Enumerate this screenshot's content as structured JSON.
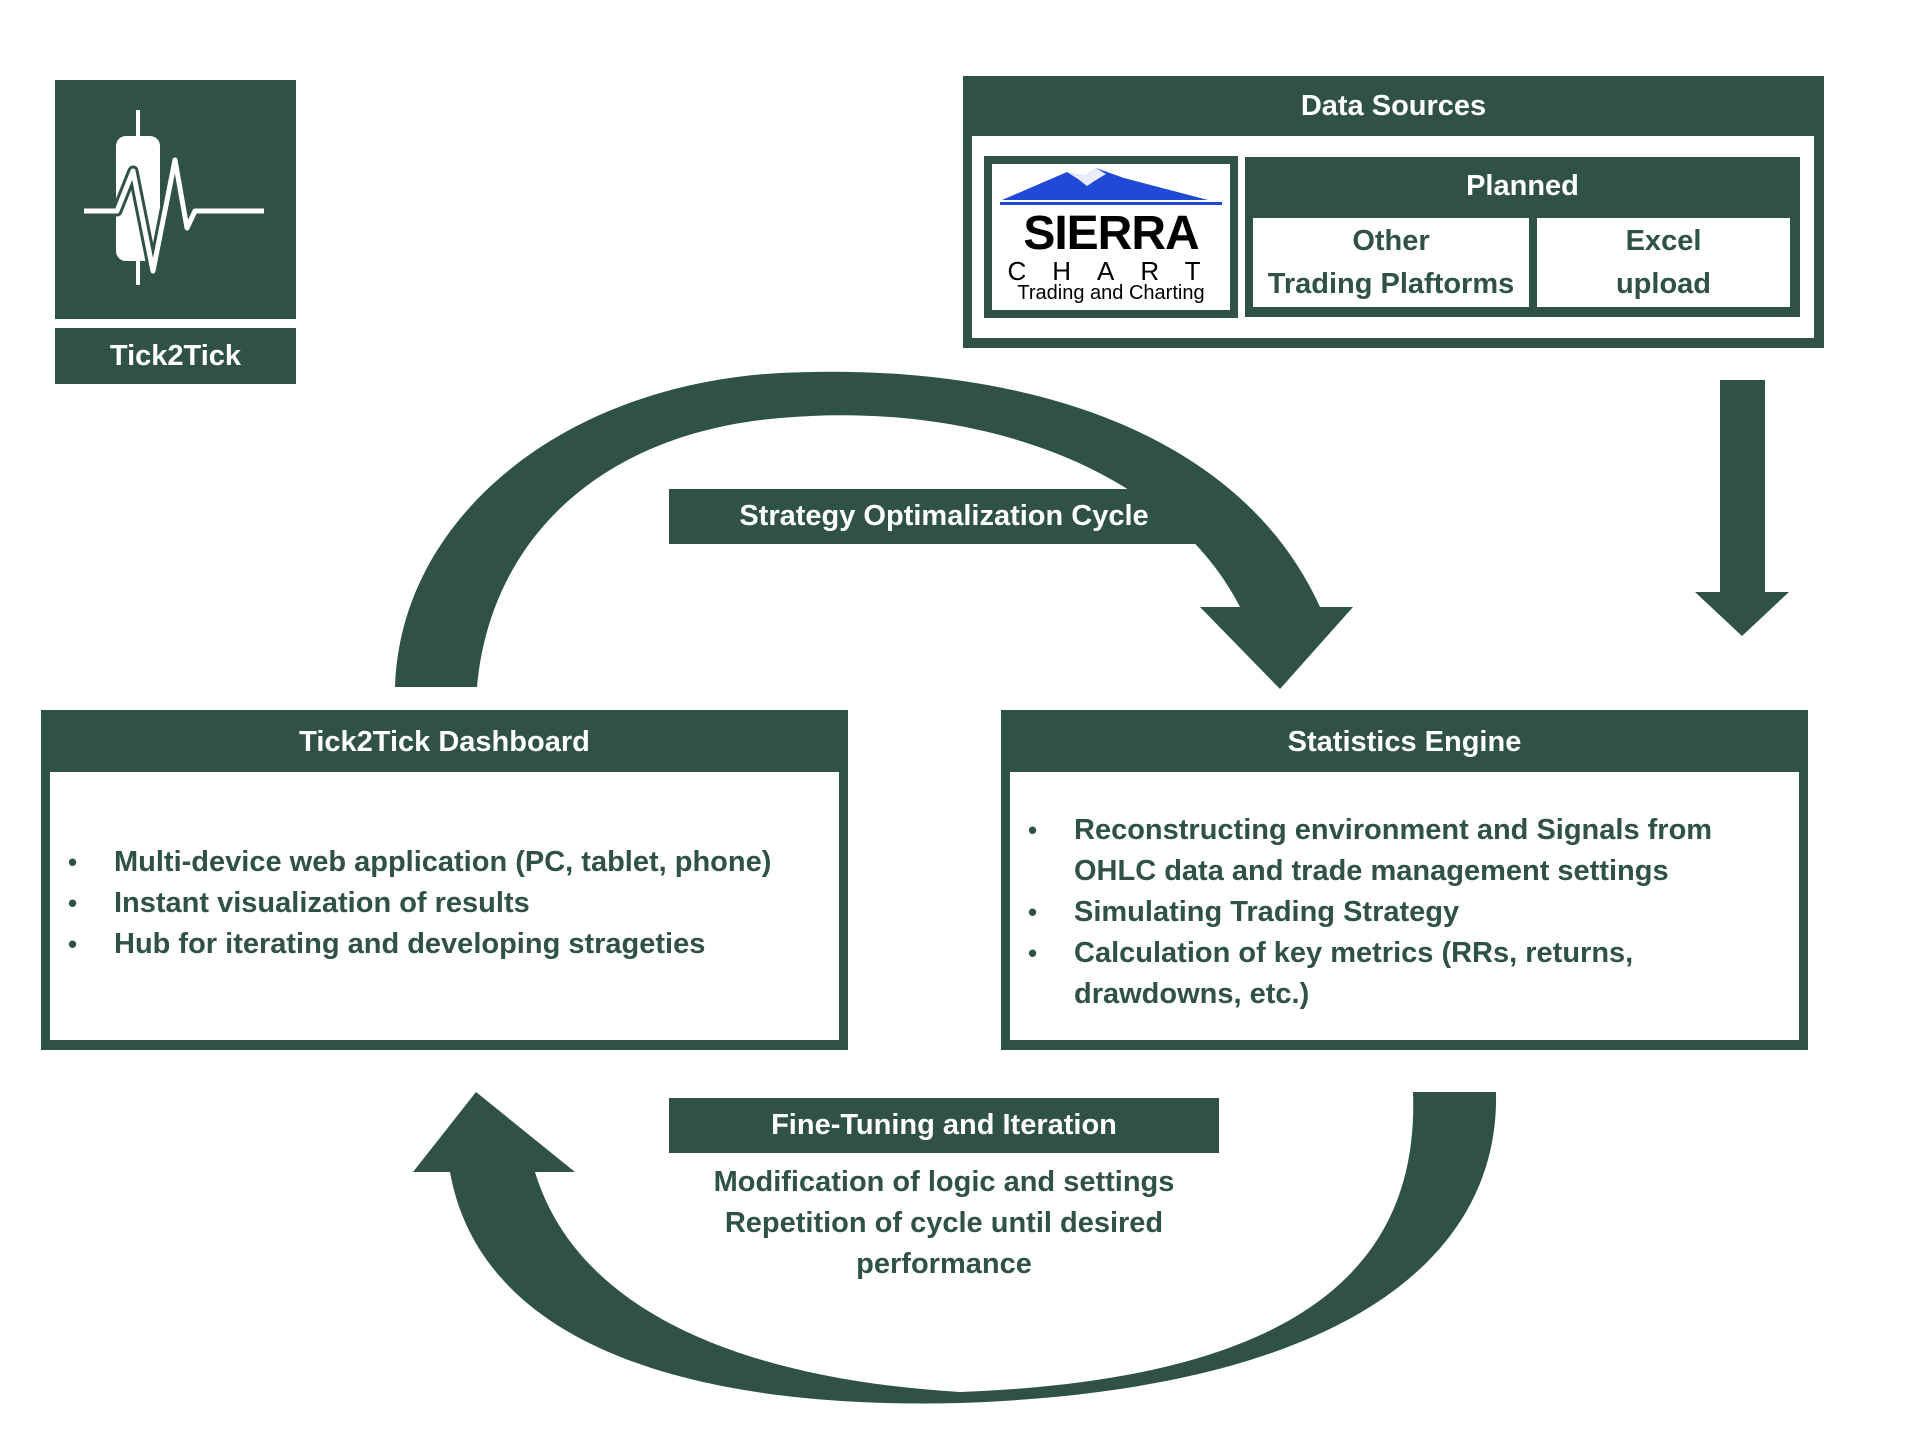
{
  "brand": {
    "name": "Tick2Tick",
    "color": "#2f5244"
  },
  "data_sources": {
    "title": "Data Sources",
    "current": {
      "name": "SIERRA",
      "subname": "CHART",
      "tagline": "Trading and Charting"
    },
    "planned": {
      "title": "Planned",
      "items": [
        "Other\nTrading Plaftorms",
        "Excel\nupload"
      ]
    }
  },
  "cycle_label": "Strategy Optimalization Cycle",
  "dashboard": {
    "title": "Tick2Tick Dashboard",
    "bullets": [
      "Multi-device web application (PC, tablet, phone)",
      "Instant visualization of results",
      "Hub for iterating and developing strageties"
    ]
  },
  "engine": {
    "title": "Statistics Engine",
    "bullets": [
      "Reconstructing environment and Signals from OHLC data and trade management settings",
      "Simulating Trading Strategy",
      "Calculation of key metrics (RRs, returns, drawdowns, etc.)"
    ]
  },
  "fine_tuning": {
    "title": "Fine-Tuning and Iteration",
    "lines": [
      "Modification of logic and settings",
      "Repetition of cycle until desired",
      "performance"
    ]
  }
}
